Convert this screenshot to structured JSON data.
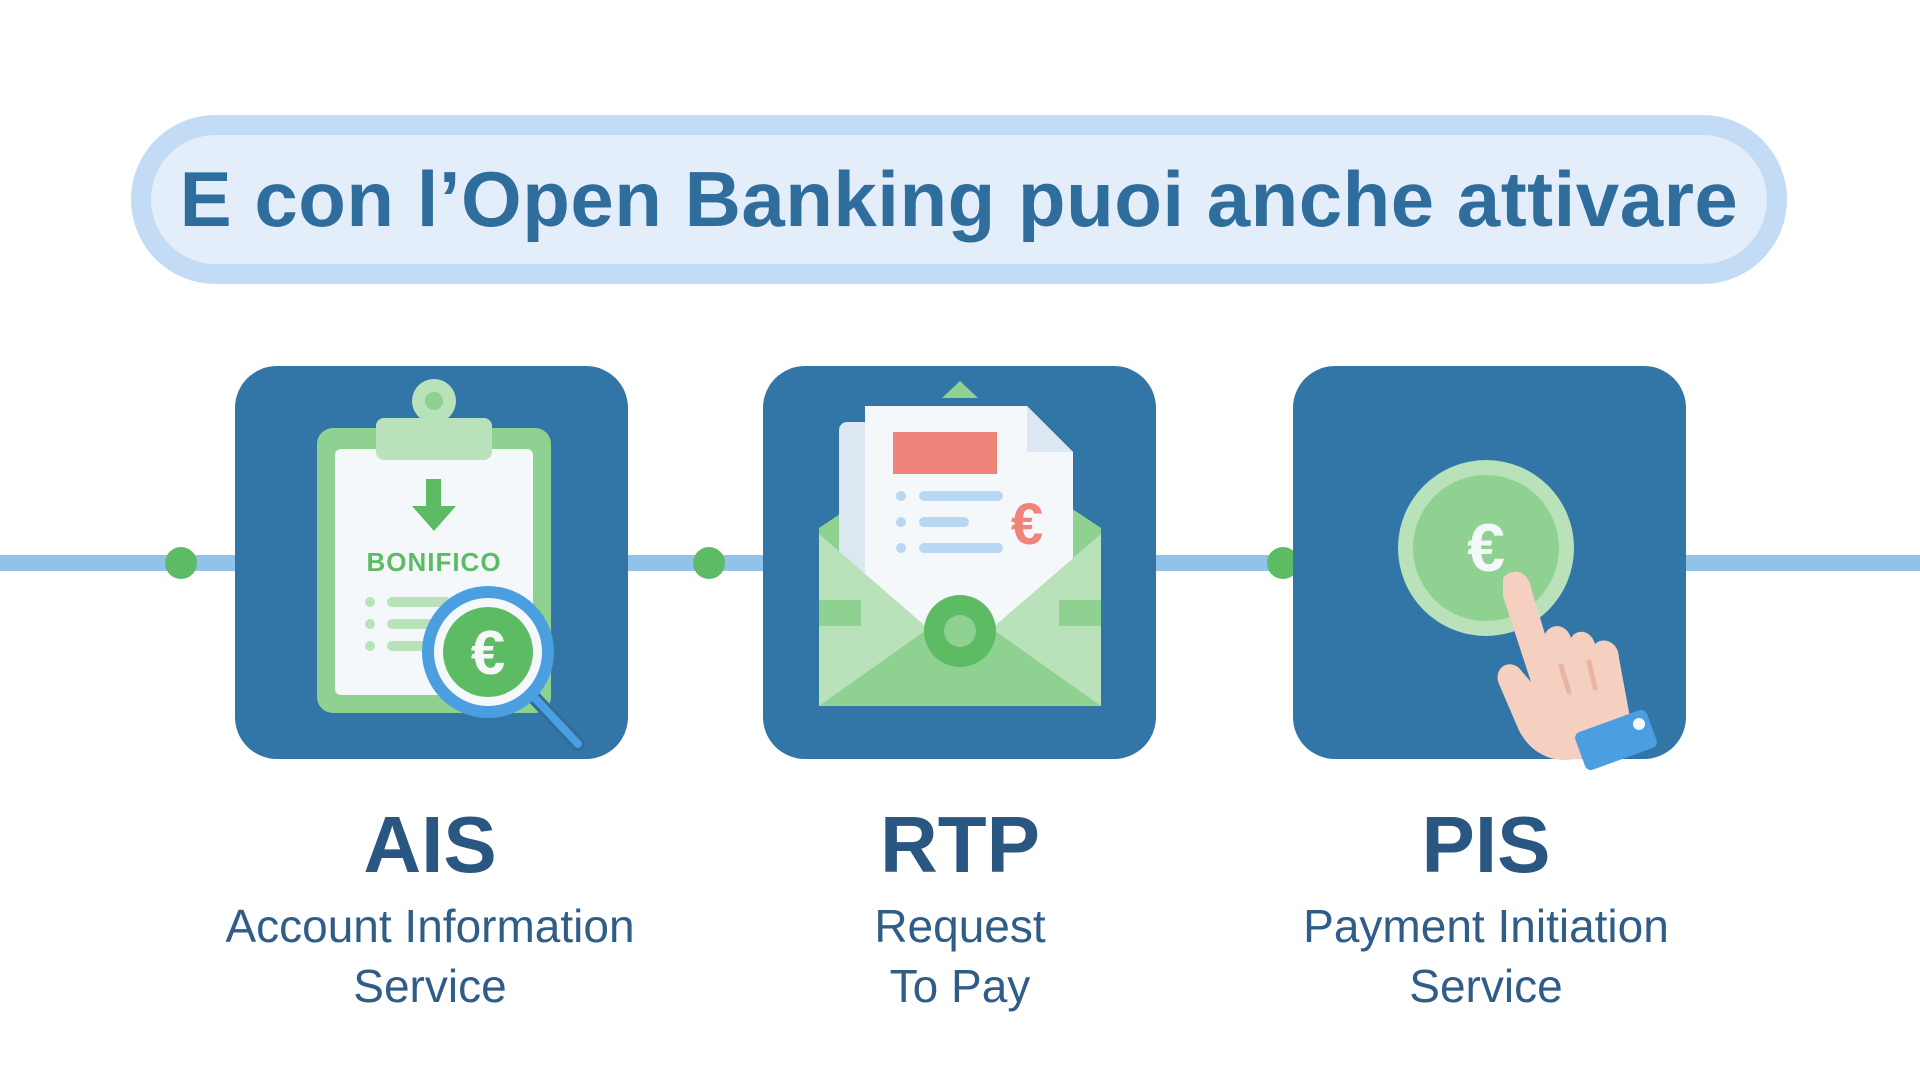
{
  "header": {
    "title": "E con l’Open Banking puoi anche attivare"
  },
  "services": [
    {
      "abbr": "AIS",
      "name_line1": "Account Information",
      "name_line2": "Service",
      "icon": "clipboard-transfer-magnifier-icon",
      "icon_text": "BONIFICO"
    },
    {
      "abbr": "RTP",
      "name_line1": "Request",
      "name_line2": "To Pay",
      "icon": "envelope-invoice-icon",
      "icon_text": "€"
    },
    {
      "abbr": "PIS",
      "name_line1": "Payment Initiation",
      "name_line2": "Service",
      "icon": "hand-tap-coin-icon",
      "icon_text": "€"
    }
  ],
  "colors": {
    "tile": "#3176a7",
    "title": "#2f6d9c",
    "banner_fill": "#e3eefa",
    "banner_border": "#c1dcf4",
    "timeline": "#90c2ea",
    "timeline_dot": "#5dbb63",
    "caption": "#2a5782"
  }
}
